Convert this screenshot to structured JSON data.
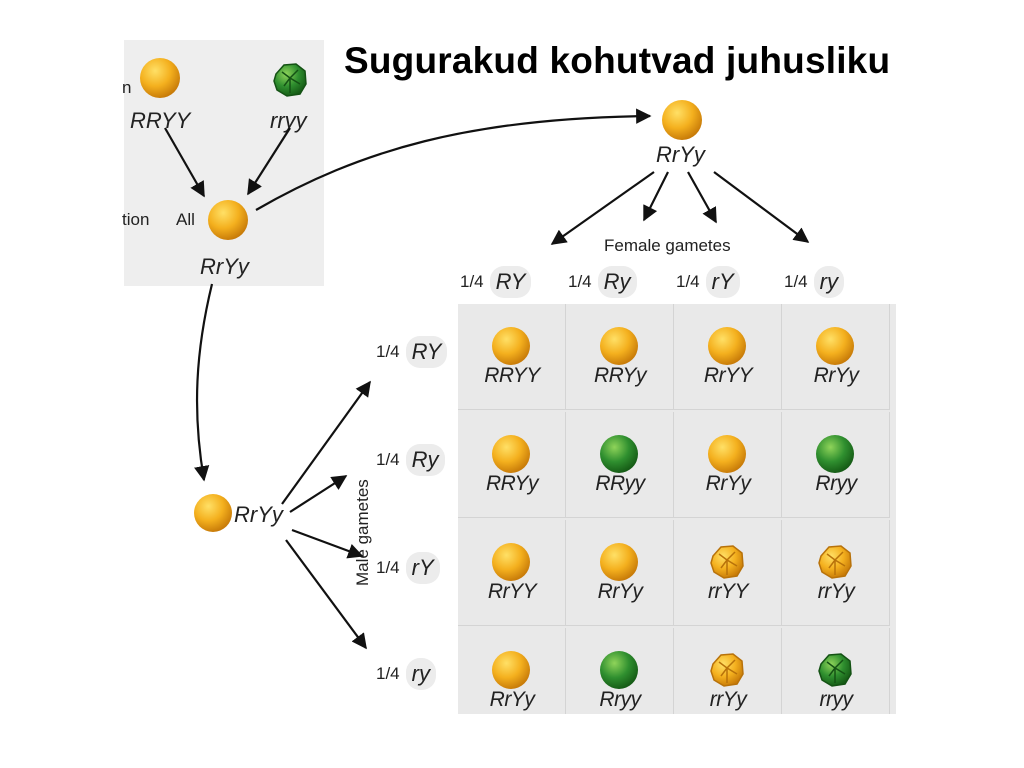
{
  "title": "Sugurakud kohutvad  juhusliku",
  "parents": {
    "left_partial_text": "n",
    "p1_genotype": "RRYY",
    "p2_genotype": "rryy",
    "f1_prefix": "tion",
    "f1_all": "All",
    "f1_genotype": "RrYy"
  },
  "female_side": {
    "genotype": "RrYy",
    "axis_label": "Female gametes",
    "gametes": [
      {
        "fraction": "1/4",
        "allele": "RY"
      },
      {
        "fraction": "1/4",
        "allele": "Ry"
      },
      {
        "fraction": "1/4",
        "allele": "rY"
      },
      {
        "fraction": "1/4",
        "allele": "ry"
      }
    ]
  },
  "male_side": {
    "genotype": "RrYy",
    "axis_label": "Male gametes",
    "gametes": [
      {
        "fraction": "1/4",
        "allele": "RY"
      },
      {
        "fraction": "1/4",
        "allele": "Ry"
      },
      {
        "fraction": "1/4",
        "allele": "rY"
      },
      {
        "fraction": "1/4",
        "allele": "ry"
      }
    ]
  },
  "colors": {
    "yellow_pea": "#f2a91c",
    "green_pea": "#2e8b2e",
    "panel_bg": "#eeeeee",
    "grid_bg": "#e9e9e9"
  },
  "punnett": [
    [
      {
        "g": "RRYY",
        "pea": "yellow-round"
      },
      {
        "g": "RRYy",
        "pea": "yellow-round"
      },
      {
        "g": "RrYY",
        "pea": "yellow-round"
      },
      {
        "g": "RrYy",
        "pea": "yellow-round"
      }
    ],
    [
      {
        "g": "RRYy",
        "pea": "yellow-round"
      },
      {
        "g": "RRyy",
        "pea": "green-round"
      },
      {
        "g": "RrYy",
        "pea": "yellow-round"
      },
      {
        "g": "Rryy",
        "pea": "green-round"
      }
    ],
    [
      {
        "g": "RrYY",
        "pea": "yellow-round"
      },
      {
        "g": "RrYy",
        "pea": "yellow-round"
      },
      {
        "g": "rrYY",
        "pea": "yellow-wrinkled"
      },
      {
        "g": "rrYy",
        "pea": "yellow-wrinkled"
      }
    ],
    [
      {
        "g": "RrYy",
        "pea": "yellow-round"
      },
      {
        "g": "Rryy",
        "pea": "green-round"
      },
      {
        "g": "rrYy",
        "pea": "yellow-wrinkled"
      },
      {
        "g": "rryy",
        "pea": "green-wrinkled"
      }
    ]
  ]
}
